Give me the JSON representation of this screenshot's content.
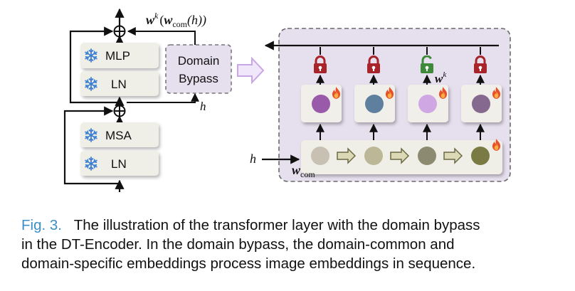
{
  "diagram": {
    "blocks": {
      "mlp": "MLP",
      "ln_top": "LN",
      "msa": "MSA",
      "ln_bottom": "LN",
      "domain_bypass_line1": "Domain",
      "domain_bypass_line2": "Bypass"
    },
    "labels": {
      "output_w": "w",
      "output_sup": "k",
      "output_open": "(",
      "output_w_inner": "w",
      "output_sub": "com",
      "output_close": "(h))",
      "h_left": "h",
      "h_bypass": "h",
      "wk_w": "w",
      "wk_sup": "k",
      "wcom_w": "w",
      "wcom_sub": "com"
    },
    "icons": [
      "snowflake-icon",
      "fire-icon",
      "lock-icon",
      "unlock-icon"
    ],
    "colors": {
      "bypass_panel": "#e6dfee",
      "block_bg": "#efefe7",
      "lock_red": "#a8232a",
      "unlock_green": "#3f8a3a",
      "snowflake_blue": "#3d7fd0",
      "arrow_purple": "#c9a6e6",
      "embedding_circles": [
        "#9a5aaa",
        "#5f7f9e",
        "#cfa7e3",
        "#86698f"
      ],
      "common_circles": [
        "#c7c0b3",
        "#bcb796",
        "#8c8a70",
        "#7a7a45"
      ]
    }
  },
  "caption": {
    "fig_label": "Fig. 3.",
    "line1": "The illustration of the transformer layer with the domain bypass",
    "line2": "in the DT-Encoder. In the domain bypass, the domain-common and",
    "line3": "domain-specific embeddings process image embeddings in sequence."
  }
}
